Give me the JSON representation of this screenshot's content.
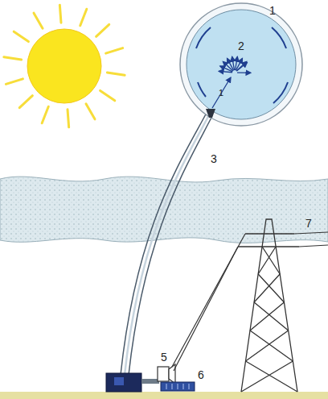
{
  "diagram": {
    "labels": [
      "1",
      "2",
      "1",
      "3",
      "5",
      "6",
      "7"
    ]
  }
}
